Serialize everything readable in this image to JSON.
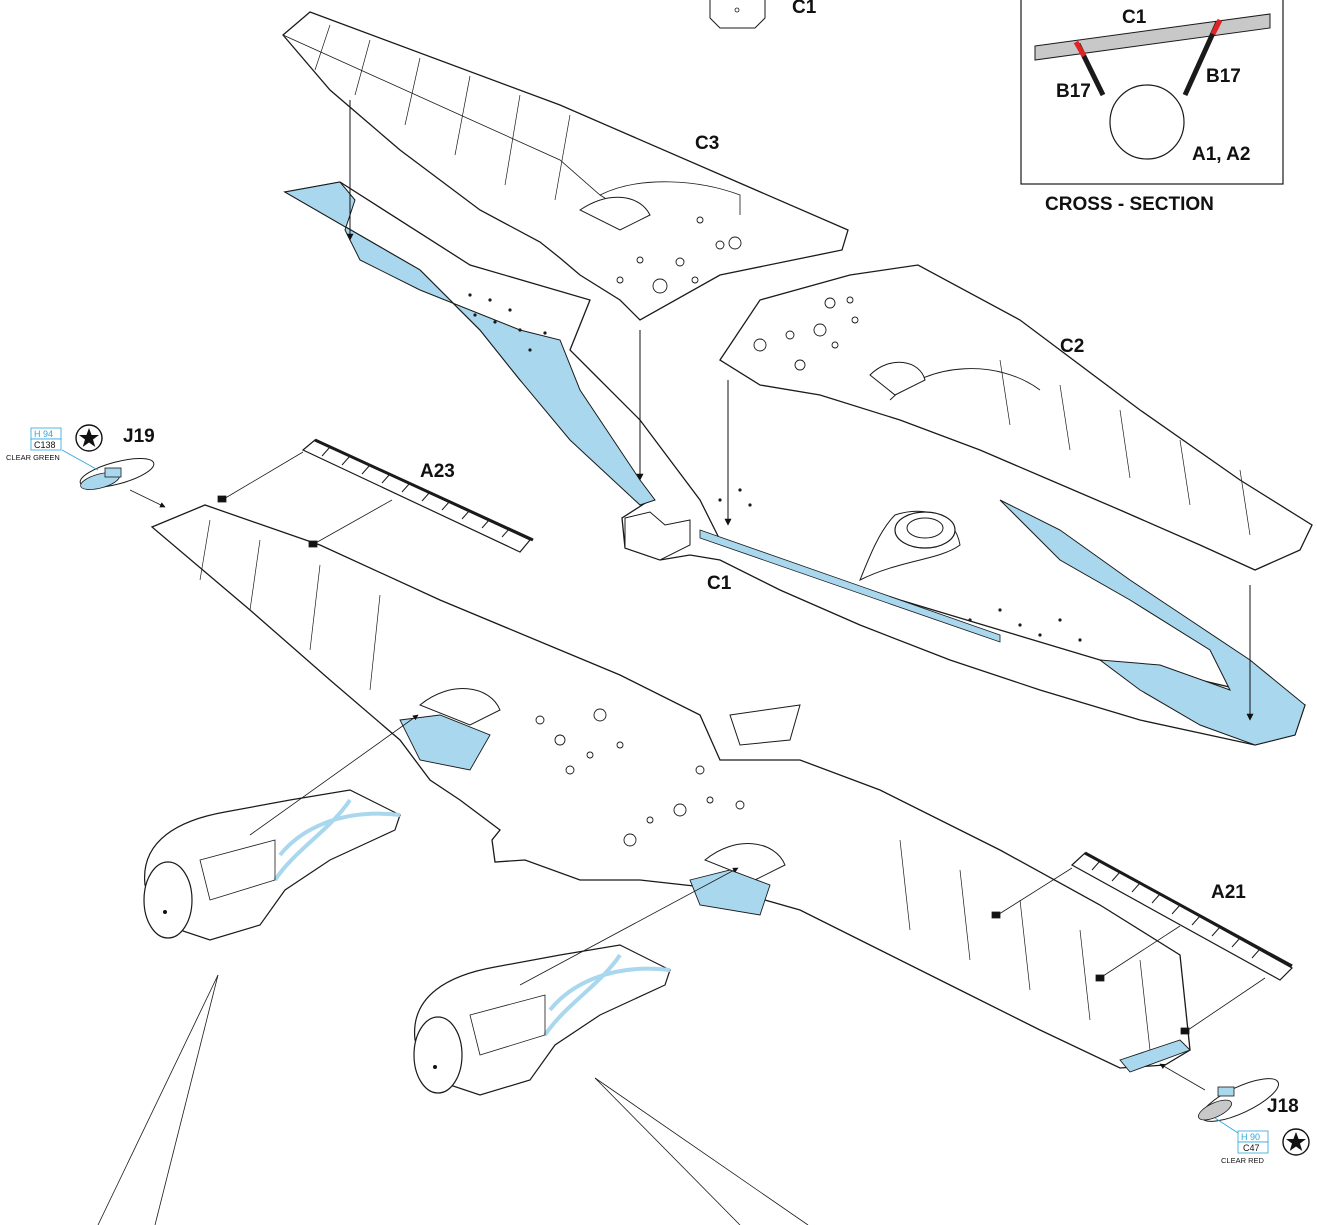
{
  "colors": {
    "glue_blue": "#a9d8ee",
    "code_blue": "#2aa6dc",
    "outline": "#1a1a1a",
    "marker_red": "#e02424",
    "section_grey": "#c8c8c8"
  },
  "labels": {
    "c1_top": "C1",
    "c3": "C3",
    "c2": "C2",
    "j19": "J19",
    "a23": "A23",
    "c1_mid": "C1",
    "a21": "A21",
    "j18": "J18"
  },
  "cross_section": {
    "part_top": "C1",
    "strut_left": "B17",
    "strut_right": "B17",
    "body": "A1, A2",
    "caption": "CROSS - SECTION"
  },
  "paint_codes": [
    {
      "id": "j19",
      "h": "H 94",
      "c": "C138",
      "caption": "CLEAR GREEN",
      "icon": "clear-star-icon"
    },
    {
      "id": "j18",
      "h": "H 90",
      "c": "C47",
      "caption": "CLEAR RED",
      "icon": "clear-star-icon"
    }
  ]
}
